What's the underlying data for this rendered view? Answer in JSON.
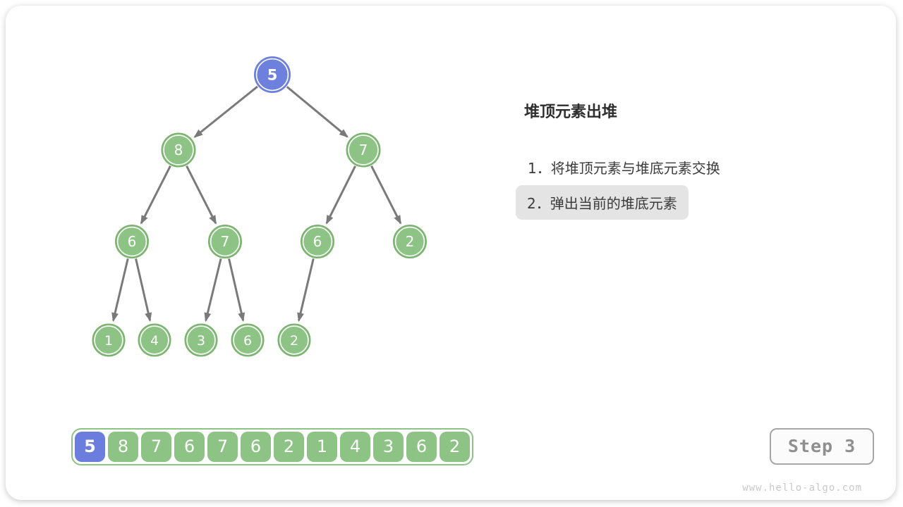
{
  "panel": {
    "title": "堆顶元素出堆",
    "steps": [
      {
        "text": "1．将堆顶元素与堆底元素交换",
        "highlighted": false
      },
      {
        "text": "2．弹出当前的堆底元素",
        "highlighted": true
      }
    ]
  },
  "heap": {
    "values": [
      5,
      8,
      7,
      6,
      7,
      6,
      2,
      1,
      4,
      3,
      6,
      2
    ],
    "highlight_index": 0
  },
  "step_indicator": {
    "label": "Step 3"
  },
  "page": {
    "watermark": "www.hello-algo.com"
  },
  "colors": {
    "node_green": "#8dc385",
    "node_green_border": "#7ab36d",
    "node_blue": "#6e80de",
    "node_blue_border": "#6e80de",
    "cell_blue": "#6b7edd",
    "arrow": "#7a7a7a",
    "highlight_bg": "#e4e4e4",
    "step_text": "#8f8f8f",
    "watermark_text": "#c9c9c9"
  }
}
